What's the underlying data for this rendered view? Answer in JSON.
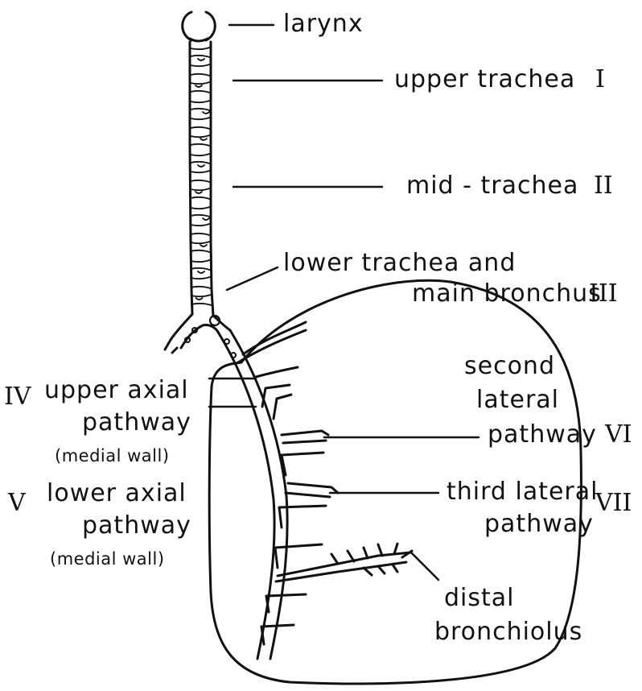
{
  "labels": {
    "larynx": "larynx",
    "upper_trachea": "upper trachea",
    "mid_trachea": "mid - trachea",
    "lower_trachea_line1": "lower trachea and",
    "lower_trachea_line2": "main bronchus",
    "upper_axial_line1": "upper axial",
    "upper_axial_line2": "pathway",
    "upper_axial_line3": "(medial wall)",
    "lower_axial_line1": "lower axial",
    "lower_axial_line2": "pathway",
    "lower_axial_line3": "(medial wall)",
    "second_lateral_line1": "second",
    "second_lateral_line2": "lateral",
    "second_lateral_line3": "pathway",
    "third_lateral_line1": "third lateral",
    "third_lateral_line2": "pathway",
    "distal_line1": "distal",
    "distal_line2": "bronchiolus"
  },
  "numerals": {
    "I": "I",
    "II": "II",
    "III": "III",
    "IV": "IV",
    "V": "V",
    "VI": "VI",
    "VII": "VII"
  }
}
